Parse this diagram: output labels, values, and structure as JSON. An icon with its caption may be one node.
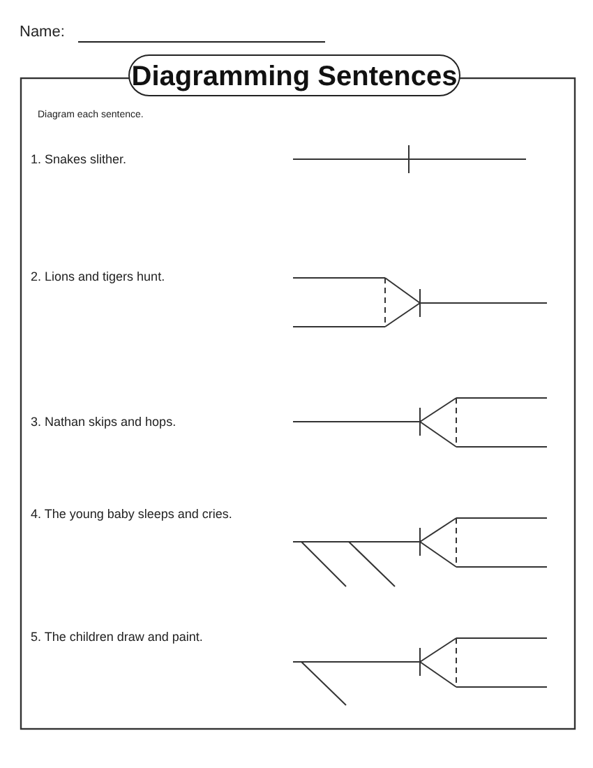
{
  "diagram": {
    "title": "Diagramming Sentences",
    "labels": [
      "Name:",
      "Diagram each sentence.",
      "1.  Snakes slither.",
      "2.  Lions and tigers hunt.",
      "3.  Nathan skips and hops.",
      "4.  The young baby sleeps and cries.",
      "5.  The children draw and paint."
    ]
  }
}
